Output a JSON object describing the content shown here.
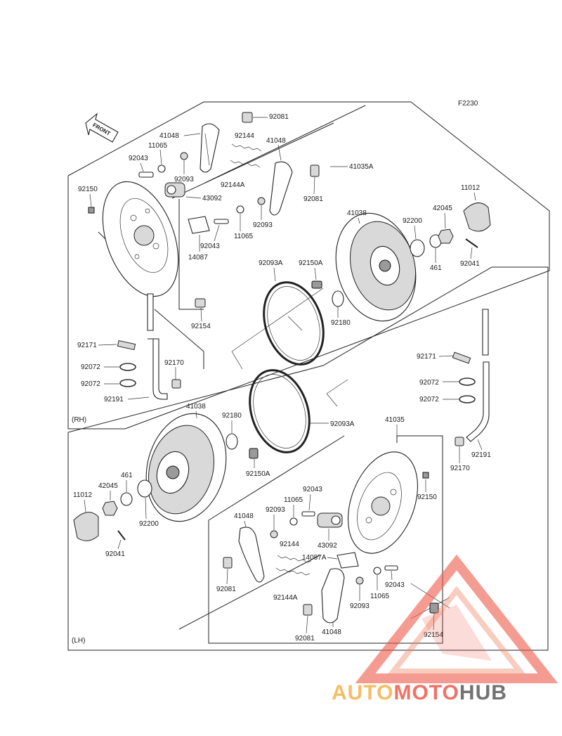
{
  "figure_code": "F2230",
  "front_arrow": "FRONT",
  "section_rh": "(RH)",
  "section_lh": "(LH)",
  "rh_labels": {
    "p92081_top": "92081",
    "p41048_a": "41048",
    "p92144": "92144",
    "p41048_b": "41048",
    "p11065": "11065",
    "p92043": "92043",
    "p92093": "92093",
    "p92144A": "92144A",
    "p41035A": "41035A",
    "p92150": "92150",
    "p43092": "43092",
    "p92081_b": "92081",
    "p92093_b": "92093",
    "p11065_b": "11065",
    "p92043_b": "92043",
    "p14087": "14087",
    "p41038": "41038",
    "p92200": "92200",
    "p42045": "42045",
    "p11012": "11012",
    "p461": "461",
    "p92041": "92041",
    "p92093A": "92093A",
    "p92150A": "92150A",
    "p92180": "92180",
    "p92154": "92154",
    "p92171": "92171",
    "p92072_a": "92072",
    "p92170": "92170",
    "p92072_b": "92072",
    "p92191": "92191"
  },
  "lh_labels": {
    "p41038": "41038",
    "p92180": "92180",
    "p92093A": "92093A",
    "p41035": "41035",
    "p92171": "92171",
    "p92072_a": "92072",
    "p92072_b": "92072",
    "p92150A": "92150A",
    "p461": "461",
    "p42045": "42045",
    "p11012": "11012",
    "p92200": "92200",
    "p92041": "92041",
    "p92170": "92170",
    "p92191": "92191",
    "p92043": "92043",
    "p92150": "92150",
    "p11065": "11065",
    "p92093": "92093",
    "p41048": "41048",
    "p43092": "43092",
    "p92144": "92144",
    "p14087A": "14087A",
    "p92081": "92081",
    "p92043_b": "92043",
    "p92144A": "92144A",
    "p11065_b": "11065",
    "p92093_b": "92093",
    "p92154": "92154",
    "p41048_b": "41048",
    "p92081_b": "92081"
  },
  "watermark": {
    "auto": "AUTO",
    "moto": "MOTO",
    "hub": "HUB"
  },
  "colors": {
    "line": "#222222",
    "wm_yellow": "#f6b24a",
    "wm_red": "#ee5a4a",
    "wm_gray": "#5a5a5a"
  }
}
